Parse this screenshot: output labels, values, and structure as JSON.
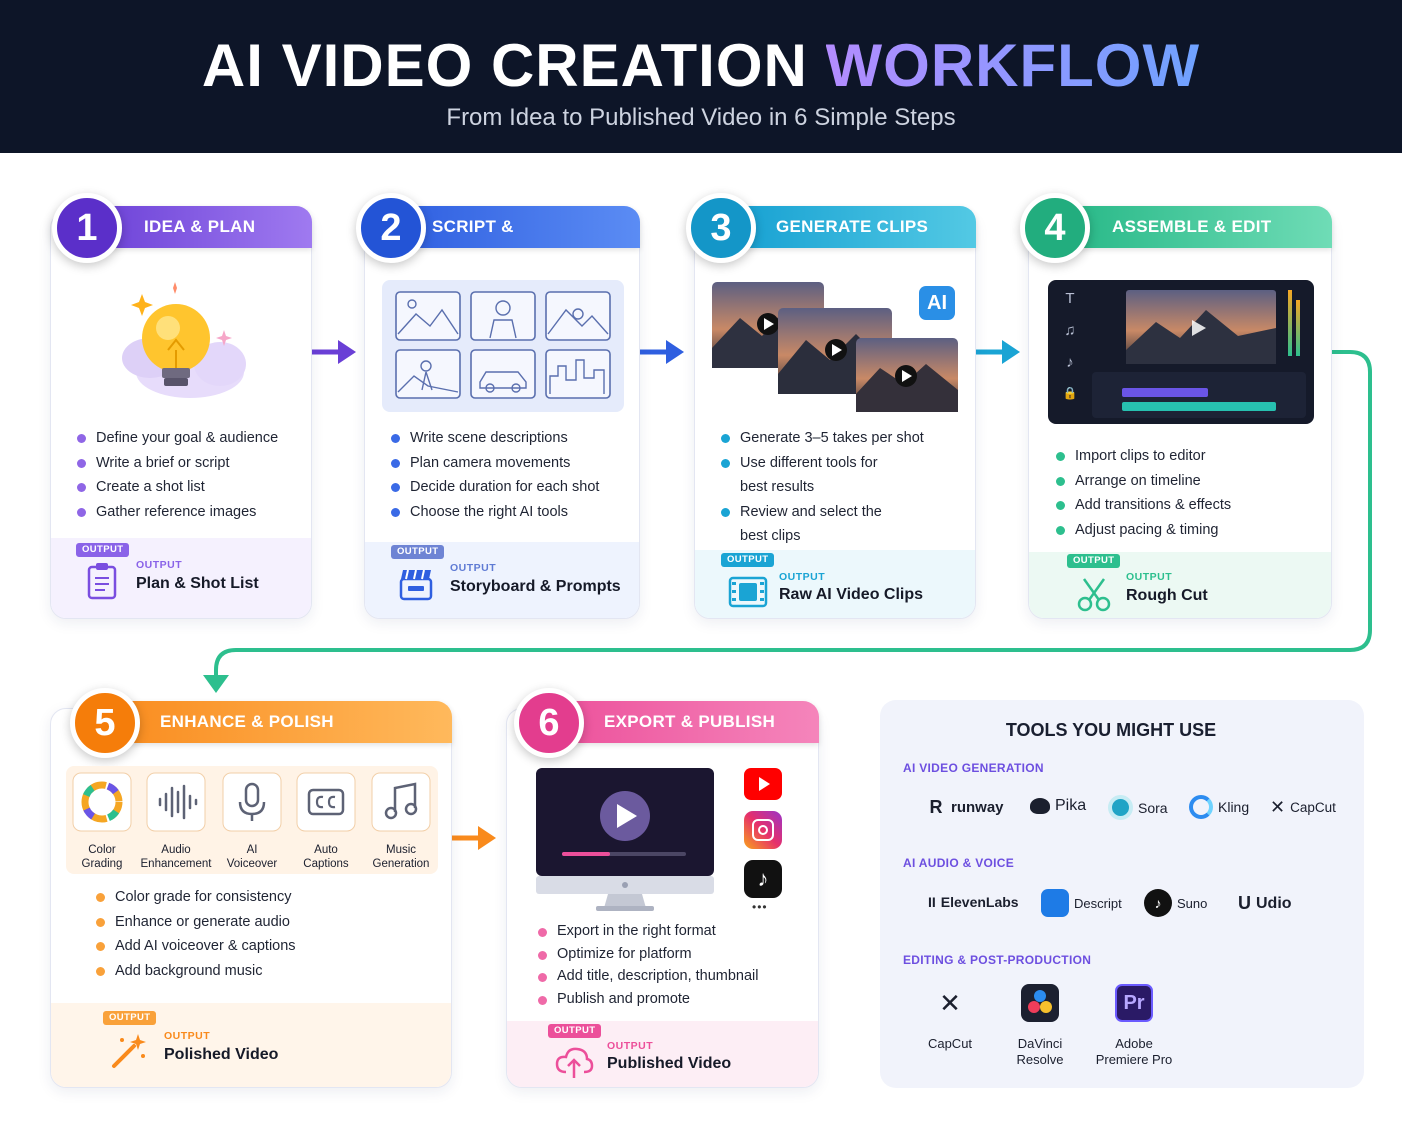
{
  "header": {
    "title_main": "AI VIDEO CREATION",
    "title_highlight": "WORKFLOW",
    "subtitle": "From Idea to Published Video in 6 Simple Steps"
  },
  "colors": {
    "step1": "#6a3fd6",
    "step2": "#2f5fe0",
    "step3": "#1aa4d4",
    "step4": "#2dbf8e",
    "step5": "#f98a1c",
    "step6": "#ec4f9a"
  },
  "steps": [
    {
      "number": "1",
      "title": "IDEA & PLAN",
      "bullets": [
        "Define your goal & audience",
        "Write a brief or script",
        "Create a shot list",
        "Gather reference images"
      ],
      "output_tag": "OUTPUT",
      "output_label": "OUTPUT",
      "output": "Plan & Shot List",
      "output_icon": "clipboard-icon"
    },
    {
      "number": "2",
      "title": "SCRIPT & STORYBOARD",
      "bullets": [
        "Write scene descriptions",
        "Plan camera movements",
        "Decide duration for each shot",
        "Choose the right AI tools"
      ],
      "output_tag": "OUTPUT",
      "output_label": "OUTPUT",
      "output": "Storyboard & Prompts",
      "output_icon": "clapperboard-icon"
    },
    {
      "number": "3",
      "title": "GENERATE CLIPS",
      "ai_badge": "AI",
      "bullets": [
        "Generate 3–5 takes per shot",
        "Use different tools for best results",
        "Review and select the best clips"
      ],
      "output_tag": "OUTPUT",
      "output_label": "OUTPUT",
      "output": "Raw AI Video Clips",
      "output_icon": "film-icon"
    },
    {
      "number": "4",
      "title": "ASSEMBLE & EDIT",
      "editor_tools": [
        "T",
        "♫",
        "♪",
        "🔒"
      ],
      "bullets": [
        "Import clips to editor",
        "Arrange on timeline",
        "Add transitions & effects",
        "Adjust pacing & timing"
      ],
      "output_tag": "OUTPUT",
      "output_label": "OUTPUT",
      "output": "Rough Cut",
      "output_icon": "scissors-icon"
    },
    {
      "number": "5",
      "title": "ENHANCE & POLISH",
      "features": [
        {
          "label1": "Color",
          "label2": "Grading",
          "icon": "color-wheel-icon"
        },
        {
          "label1": "Audio",
          "label2": "Enhancement",
          "icon": "waveform-icon"
        },
        {
          "label1": "AI",
          "label2": "Voiceover",
          "icon": "microphone-icon"
        },
        {
          "label1": "Auto",
          "label2": "Captions",
          "icon": "captions-icon"
        },
        {
          "label1": "Music",
          "label2": "Generation",
          "icon": "music-note-icon"
        }
      ],
      "bullets": [
        "Color grade for consistency",
        "Enhance or generate audio",
        "Add AI voiceover & captions",
        "Add background music"
      ],
      "output_tag": "OUTPUT",
      "output_label": "OUTPUT",
      "output": "Polished Video",
      "output_icon": "magic-wand-icon"
    },
    {
      "number": "6",
      "title": "EXPORT & PUBLISH",
      "more": "•••",
      "bullets": [
        "Export in the right format",
        "Optimize for platform",
        "Add title, description, thumbnail",
        "Publish and promote"
      ],
      "output_tag": "OUTPUT",
      "output_label": "OUTPUT",
      "output": "Published Video",
      "output_icon": "cloud-upload-icon"
    }
  ],
  "tools": {
    "title": "TOOLS YOU MIGHT USE",
    "video_heading": "AI VIDEO GENERATION",
    "video": [
      "runway",
      "Pika",
      "Sora",
      "Kling",
      "CapCut"
    ],
    "audio_heading": "AI AUDIO & VOICE",
    "audio": [
      "ElevenLabs",
      "Descript",
      "Suno",
      "Udio"
    ],
    "editing_heading": "EDITING & POST-PRODUCTION",
    "editing": [
      {
        "line1": "CapCut",
        "line2": ""
      },
      {
        "line1": "DaVinci",
        "line2": "Resolve"
      },
      {
        "line1": "Adobe",
        "line2": "Premiere Pro"
      }
    ],
    "premiere_logo": "Pr"
  }
}
